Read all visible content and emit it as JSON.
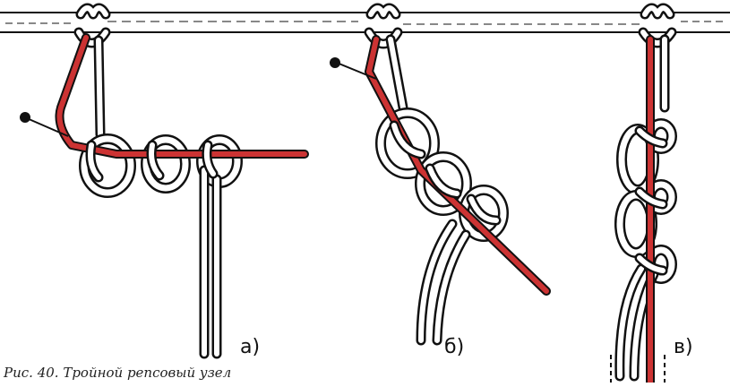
{
  "colors": {
    "cord": "#cc3333",
    "outline": "#111111",
    "rope_fill": "#ffffff",
    "background": "#ffffff"
  },
  "panels": [
    {
      "id": "a",
      "label": "а)"
    },
    {
      "id": "b",
      "label": "б)"
    },
    {
      "id": "c",
      "label": "в)"
    }
  ],
  "caption": "Рис. 40. Тройной репсовый узел",
  "icons": [
    "pin-icon"
  ]
}
